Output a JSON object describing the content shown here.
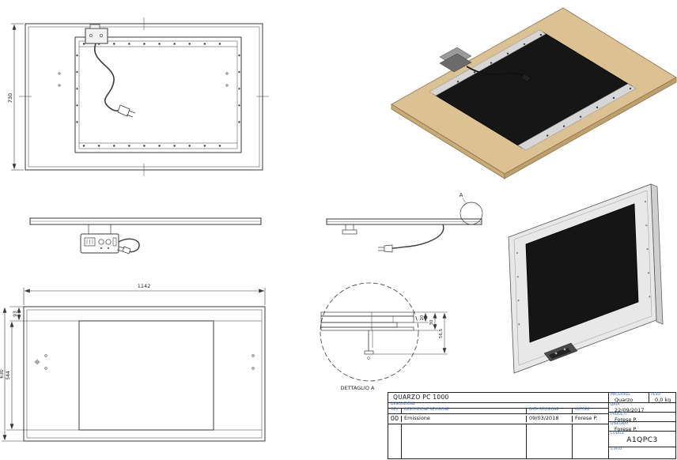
{
  "dimensions": {
    "rear_height": "730",
    "front_width": "1142",
    "front_top": "93",
    "front_mid": "544",
    "front_total": "630",
    "detail_a": "20",
    "detail_b": "30",
    "detail_c": "56,5"
  },
  "labels": {
    "detail_title": "DETTAGLIO A",
    "detail_marker": "A"
  },
  "title_block": {
    "title": "QUARZO PC 1000",
    "material": "Quarzo",
    "weight": "0,0 kg",
    "date": "22/09/2017",
    "designer": "Forese P.",
    "drafter": "Forese P.",
    "rev_number": "00",
    "rev_description": "Emissione",
    "rev_date": "09/03/2018",
    "rev_author": "Forese P.",
    "code": "A1QPC3",
    "labels": {
      "descrizione": "DESCRIZIONE",
      "rev": "REV",
      "descrizione_revisione": "DESCRIZIONE REVISIONE",
      "data_revisione": "DATA REVISIONE",
      "autore": "AUTORE",
      "materiale": "MATERIALE",
      "peso": "PESO",
      "data": "DATA",
      "progett": "PROGETT.",
      "disegnat": "DISEGNAT.",
      "codice": "CODICE",
      "stato": "STATO"
    }
  },
  "colors": {
    "wood": "#dcc192",
    "panel_black": "#161616",
    "frame_gray": "#e8e8e8",
    "line": "#3a3a3a",
    "label_blue": "#3465a4"
  }
}
